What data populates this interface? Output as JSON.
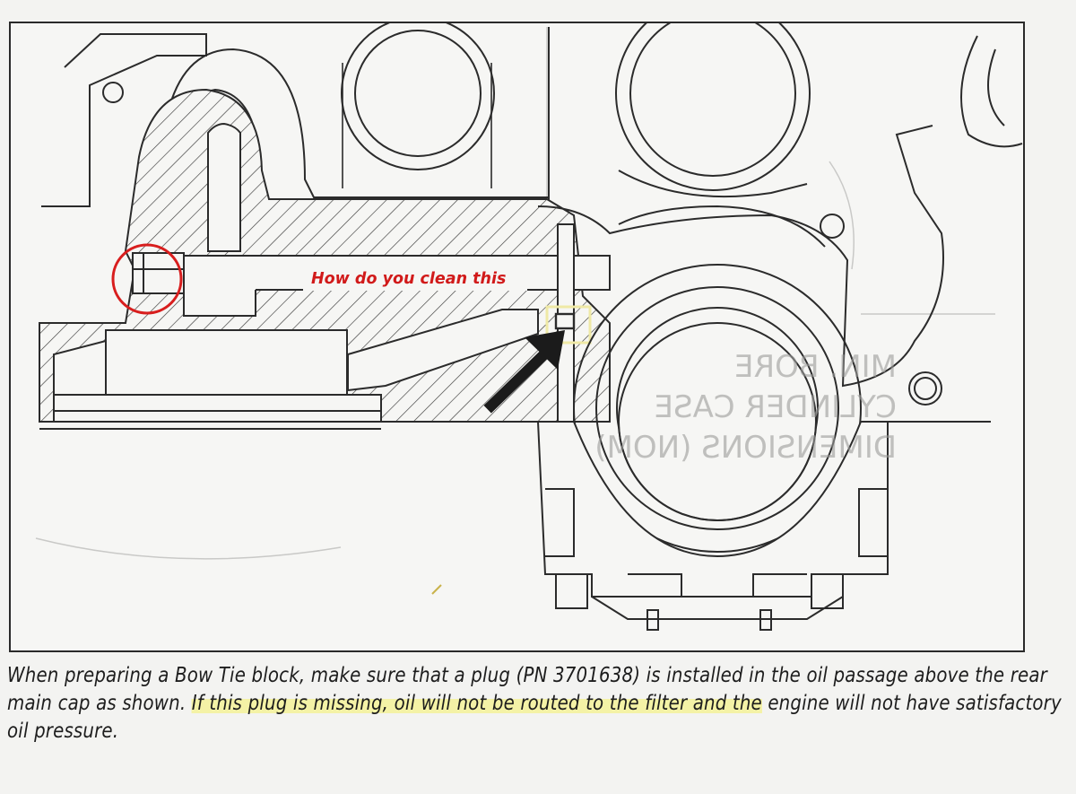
{
  "annotation": {
    "text": "How do you clean this",
    "color": "#d11a1a"
  },
  "caption": {
    "part1": "When preparing a Bow Tie block, make sure that a plug (PN 3701638) is installed in the oil passage above the rear main cap as shown. ",
    "highlighted": "If this plug is missing, oil will not be routed to the filter and the",
    "part2": " engine will not have satisfactory oil pressure.",
    "highlight_color": "#f4f28c"
  },
  "colors": {
    "line": "#2b2b2b",
    "circle": "#d81e1e",
    "arrow": "#1b1b1b"
  },
  "icons": [
    "red-circle-marker",
    "pointer-arrow-icon"
  ]
}
